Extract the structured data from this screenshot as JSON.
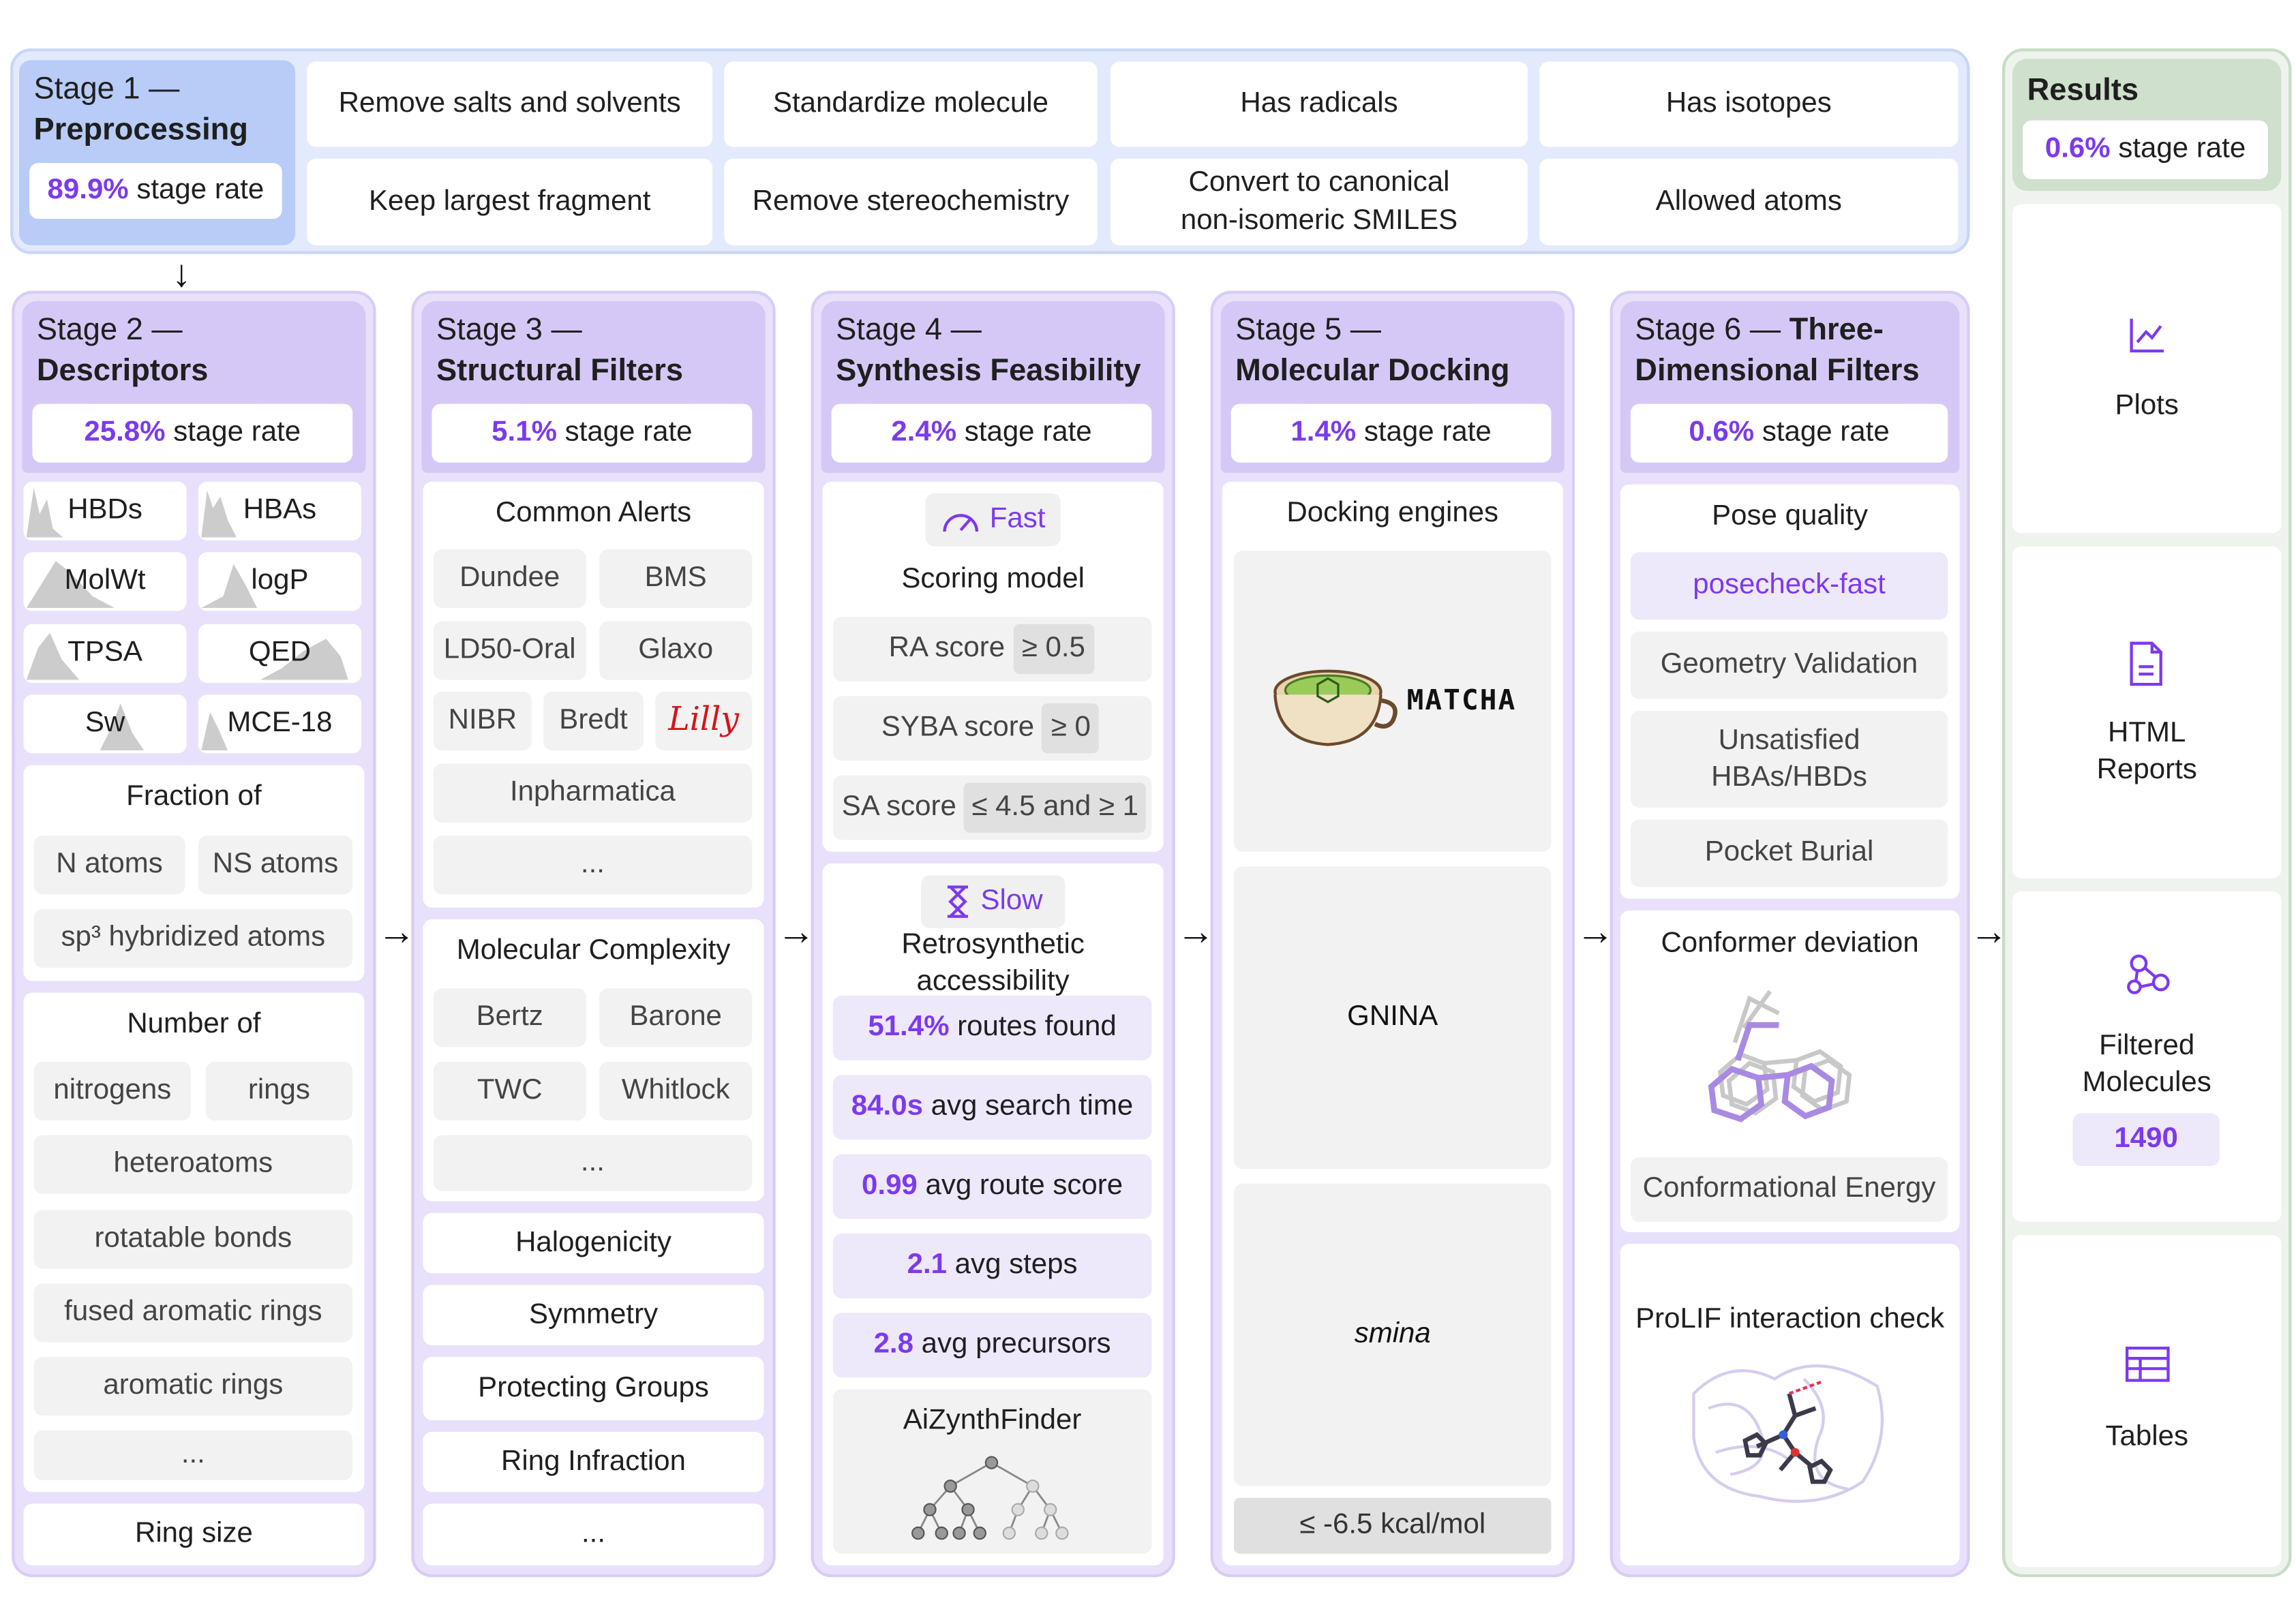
{
  "colors": {
    "accent": "#7c3aed",
    "stage_bg": "#e9e1fb",
    "stage1_bg": "#e3eafd",
    "results_bg": "#eef4ed"
  },
  "stage1": {
    "title_a": "Stage 1 —",
    "title_b": "Preprocessing",
    "rate_pct": "89.9%",
    "rate_label": "stage rate",
    "steps": [
      "Remove salts and solvents",
      "Standardize molecule",
      "Has radicals",
      "Has isotopes",
      "Keep largest fragment",
      "Remove stereochemistry",
      "Convert to canonical non-isomeric SMILES",
      "Allowed atoms"
    ]
  },
  "stage2": {
    "title_a": "Stage 2 —",
    "title_b": "Descriptors",
    "rate_pct": "25.8%",
    "rate_label": "stage rate",
    "descriptors": [
      "HBDs",
      "HBAs",
      "MolWt",
      "logP",
      "TPSA",
      "QED",
      "Sw",
      "MCE-18"
    ],
    "fraction_title": "Fraction of",
    "fraction_items": [
      "N atoms",
      "NS atoms",
      "sp³ hybridized atoms"
    ],
    "number_title": "Number of",
    "number_items": [
      "nitrogens",
      "rings",
      "heteroatoms",
      "rotatable bonds",
      "fused aromatic rings",
      "aromatic rings",
      "..."
    ],
    "ring_size": "Ring size"
  },
  "stage3": {
    "title_a": "Stage 3 —",
    "title_b": "Structural Filters",
    "rate_pct": "5.1%",
    "rate_label": "stage rate",
    "alerts_title": "Common Alerts",
    "alerts": [
      "Dundee",
      "BMS",
      "LD50-Oral",
      "Glaxo",
      "NIBR",
      "Bredt",
      "Lilly",
      "Inpharmatica",
      "..."
    ],
    "complexity_title": "Molecular Complexity",
    "complexity": [
      "Bertz",
      "Barone",
      "TWC",
      "Whitlock",
      "..."
    ],
    "extra": [
      "Halogenicity",
      "Symmetry",
      "Protecting Groups",
      "Ring Infraction",
      "..."
    ]
  },
  "stage4": {
    "title_a": "Stage 4 —",
    "title_b": "Synthesis Feasibility",
    "rate_pct": "2.4%",
    "rate_label": "stage rate",
    "fast_label": "Fast",
    "scoring_title": "Scoring model",
    "scores": [
      {
        "name": "RA score",
        "thr": "≥ 0.5"
      },
      {
        "name": "SYBA score",
        "thr": "≥ 0"
      },
      {
        "name": "SA score",
        "thr": "≤ 4.5 and ≥ 1"
      }
    ],
    "slow_label": "Slow",
    "retro_title": "Retrosynthetic accessibility",
    "metrics": [
      {
        "v": "51.4%",
        "l": "routes found"
      },
      {
        "v": "84.0s",
        "l": "avg search time"
      },
      {
        "v": "0.99",
        "l": "avg route score"
      },
      {
        "v": "2.1",
        "l": "avg steps"
      },
      {
        "v": "2.8",
        "l": "avg precursors"
      }
    ],
    "aizynth": "AiZynthFinder"
  },
  "stage5": {
    "title_a": "Stage 5 —",
    "title_b": "Molecular Docking",
    "rate_pct": "1.4%",
    "rate_label": "stage rate",
    "engines_title": "Docking engines",
    "engines": [
      "MATCHA",
      "GNINA",
      "smina"
    ],
    "threshold": "≤ -6.5 kcal/mol"
  },
  "stage6": {
    "title_a": "Stage 6 — ",
    "title_b": "Three-Dimensional Filters",
    "rate_pct": "0.6%",
    "rate_label": "stage rate",
    "pose_title": "Pose quality",
    "pose_items": [
      "posecheck-fast",
      "Geometry Validation",
      "Unsatisfied HBAs/HBDs",
      "Pocket Burial"
    ],
    "conformer_title": "Conformer deviation",
    "conformer_item": "Conformational Energy",
    "prolif": "ProLIF interaction check"
  },
  "results": {
    "title": "Results",
    "rate_pct": "0.6%",
    "rate_label": "stage rate",
    "cards": [
      {
        "icon": "chart-icon",
        "label": "Plots"
      },
      {
        "icon": "document-icon",
        "label": "HTML Reports"
      },
      {
        "icon": "molecule-icon",
        "label": "Filtered Molecules",
        "count": "1490"
      },
      {
        "icon": "table-icon",
        "label": "Tables"
      }
    ]
  }
}
